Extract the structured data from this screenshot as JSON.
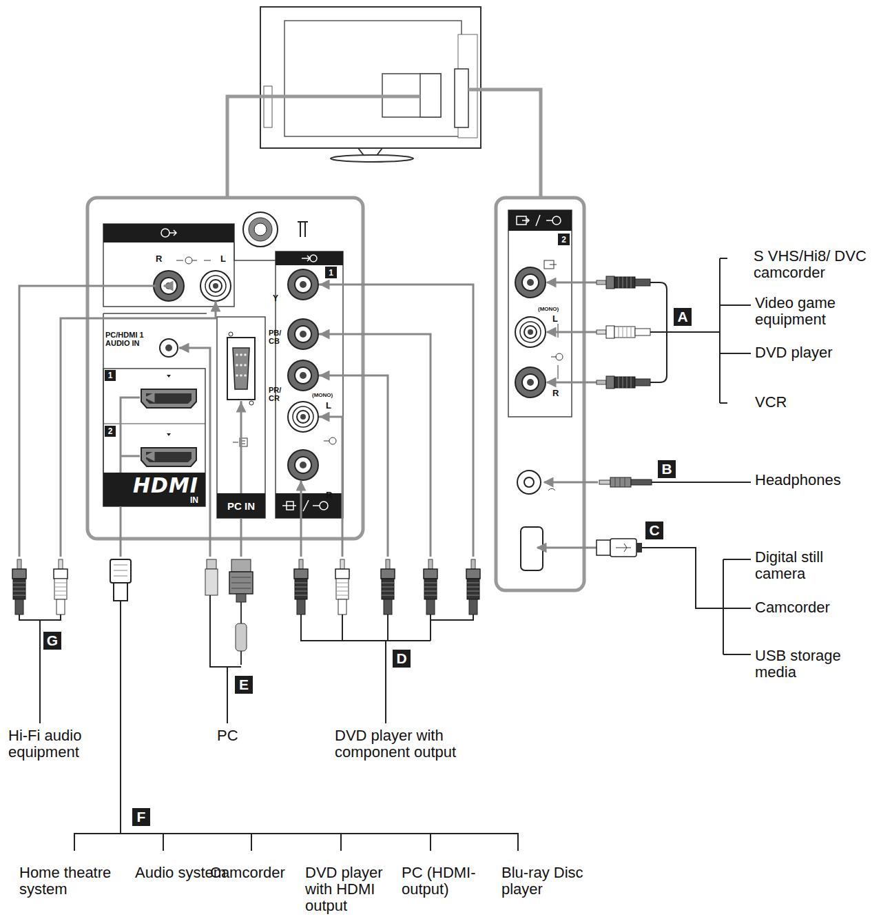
{
  "diagram": {
    "nodes": [
      {
        "text": [
          "1"
        ]
      },
      {
        "text": [
          "2"
        ]
      },
      {
        "text": [
          "1"
        ]
      },
      {
        "text": [
          "2"
        ]
      },
      {
        "text": [
          "HDMI",
          "IN"
        ]
      },
      {
        "text": [
          "PC IN"
        ]
      },
      {
        "text": [
          "A"
        ]
      },
      {
        "text": [
          "B"
        ]
      },
      {
        "text": [
          "C"
        ]
      },
      {
        "text": [
          "G"
        ]
      },
      {
        "text": [
          "D"
        ]
      },
      {
        "text": [
          "E"
        ]
      },
      {
        "text": [
          "F"
        ]
      }
    ],
    "labels": [
      "R",
      "L",
      "PC/HDMI 1 AUDIO IN",
      "Y",
      "PB/ CB",
      "PR/ CR",
      "(MONO)",
      "L",
      "R",
      "(MONO)",
      "L",
      "R",
      "S VHS/Hi8/ DVC camcorder",
      "Video game equipment",
      "DVD player",
      "VCR",
      "Headphones",
      "Digital still camera",
      "Camcorder",
      "USB storage media",
      "Hi-Fi audio equipment",
      "PC",
      "DVD player with component output",
      "Home theatre system",
      "Audio system",
      "Camcorder",
      "DVD player with HDMI output",
      "PC (HDMI- output)",
      "Blu-ray Disc player"
    ]
  }
}
